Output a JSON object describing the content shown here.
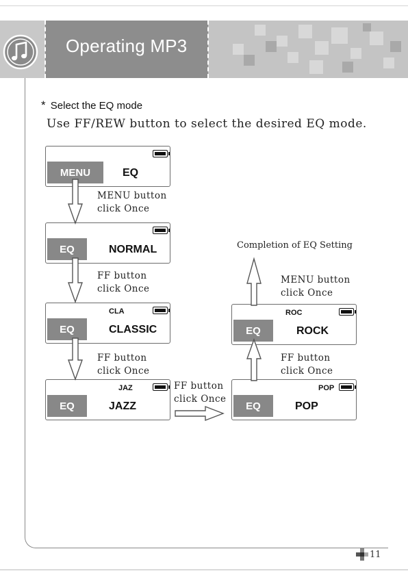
{
  "header": {
    "title": "Operating MP3",
    "icon": "music-note-icon"
  },
  "section": {
    "heading_marker": "*",
    "heading": "Select the EQ mode",
    "instruction": "Use FF/REW button to select the desired EQ mode."
  },
  "screens": {
    "menu": {
      "tag": "MENU",
      "value": "EQ"
    },
    "normal": {
      "tag": "EQ",
      "value": "NORMAL"
    },
    "classic": {
      "tag": "EQ",
      "indicator": "CLA",
      "value": "CLASSIC"
    },
    "jazz": {
      "tag": "EQ",
      "indicator": "JAZ",
      "value": "JAZZ"
    },
    "pop": {
      "tag": "EQ",
      "indicator": "POP",
      "value": "POP"
    },
    "rock": {
      "tag": "EQ",
      "indicator": "ROC",
      "value": "ROCK"
    }
  },
  "steps": {
    "menu_to_normal": {
      "line1": "MENU button",
      "line2": "click Once"
    },
    "normal_to_classic": {
      "line1": "FF button",
      "line2": "click Once"
    },
    "classic_to_jazz": {
      "line1": "FF button",
      "line2": "click Once"
    },
    "jazz_to_pop": {
      "line1": "FF button",
      "line2": "click Once"
    },
    "pop_to_rock": {
      "line1": "FF button",
      "line2": "click Once"
    },
    "rock_to_done": {
      "line1": "MENU button",
      "line2": "click Once"
    }
  },
  "completion": "Completion of EQ Setting",
  "footer": {
    "page_number": "11"
  },
  "colors": {
    "lcd_tag": "#888888",
    "banner_mid": "#8d8d8d",
    "banner_light": "#c4c4c4"
  }
}
